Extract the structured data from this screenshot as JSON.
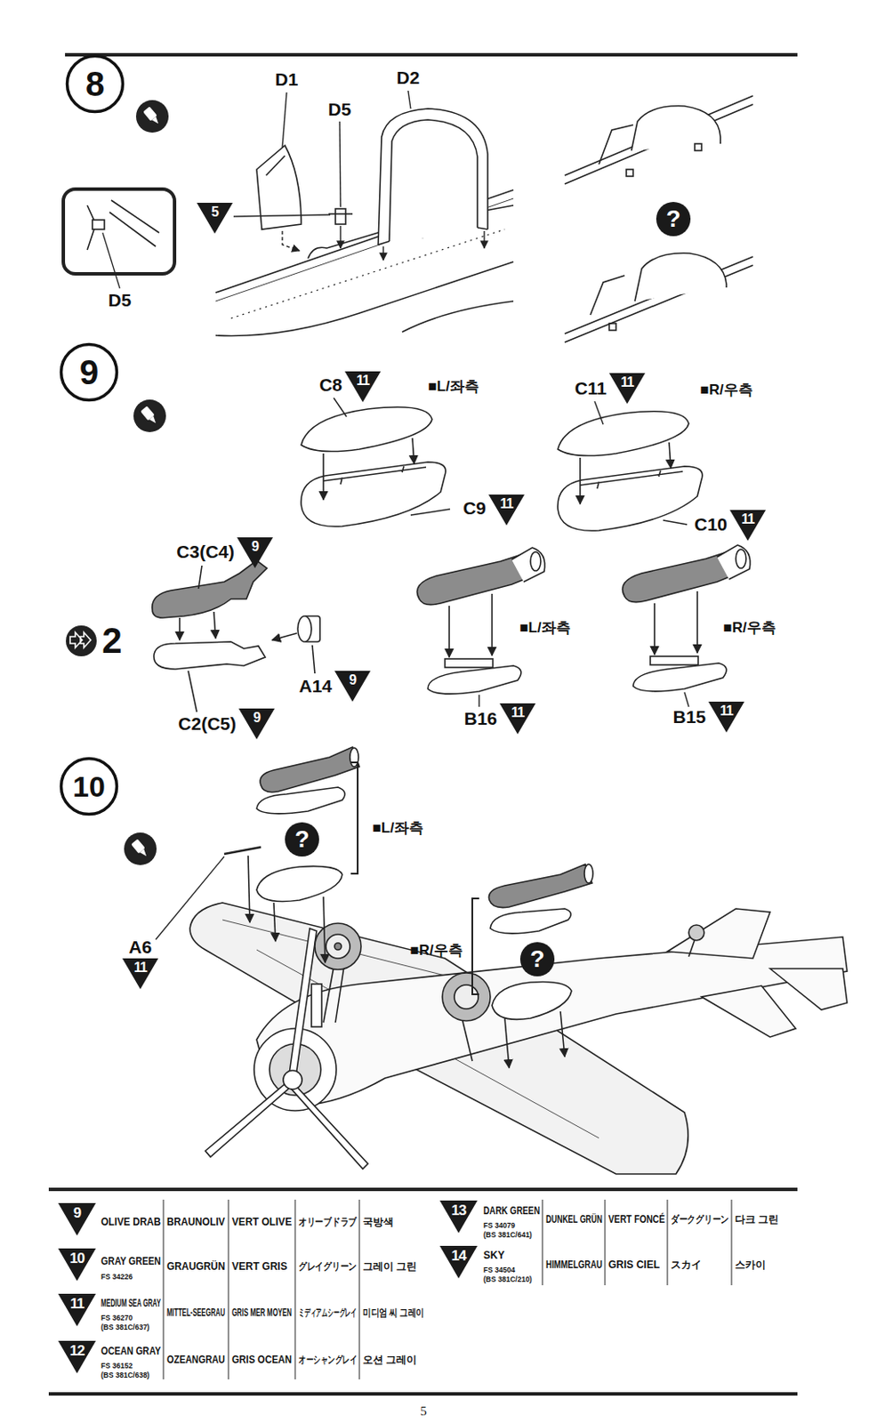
{
  "diagram": {
    "nodes": [
      {
        "text": [
          "8"
        ]
      },
      {
        "text": [
          "5"
        ]
      },
      {
        "text": [
          "?"
        ]
      },
      {
        "text": [
          "9"
        ]
      },
      {
        "text": [
          "11"
        ]
      },
      {
        "text": [
          "11"
        ]
      },
      {
        "text": [
          "11"
        ]
      },
      {
        "text": [
          "11"
        ]
      },
      {
        "text": [
          "9"
        ]
      },
      {
        "text": [
          "9"
        ]
      },
      {
        "text": [
          "9"
        ]
      },
      {
        "text": [
          "11"
        ]
      },
      {
        "text": [
          "11"
        ]
      },
      {
        "text": [
          "10"
        ]
      },
      {
        "text": [
          "?"
        ]
      },
      {
        "text": [
          "11"
        ]
      },
      {
        "text": [
          "?"
        ]
      },
      {
        "text": [
          "9"
        ]
      },
      {
        "text": [
          "10"
        ]
      },
      {
        "text": [
          "11"
        ]
      },
      {
        "text": [
          "12"
        ]
      },
      {
        "text": [
          "13"
        ]
      },
      {
        "text": [
          "14"
        ]
      }
    ],
    "labels": [
      "D1",
      "D5",
      "D2",
      "D5",
      "C8",
      "■L/좌측",
      "C11",
      "■R/우측",
      "C9",
      "C10",
      "C3(C4)",
      "2",
      "A14",
      "C2(C5)",
      "■L/좌측",
      "■R/우측",
      "B16",
      "B15",
      "■L/좌측",
      "A6",
      "■R/우측",
      "OLIVE DRAB",
      "BRAUNOLIV",
      "VERT OLIVE",
      "オリーブドラブ",
      "국방색",
      "GRAY GREEN",
      "FS 34226",
      "GRAUGRÜN",
      "VERT GRIS",
      "グレイグリーン",
      "그레이 그린",
      "MEDIUM SEA GRAY",
      "FS 36270",
      "(BS 381C/637)",
      "MITTEL-SEEGRAU",
      "GRIS MER MOYEN",
      "ミディアムシーグレイ",
      "미디엄 씨 그레이",
      "OCEAN GRAY",
      "FS 36152",
      "(BS 381C/638)",
      "OZEANGRAU",
      "GRIS OCEAN",
      "オーシャングレイ",
      "오션 그레이",
      "DARK GREEN",
      "FS 34079",
      "(BS 381C/641)",
      "DUNKEL GRÜN",
      "VERT FONCÉ",
      "ダークグリーン",
      "다크 그린",
      "SKY",
      "FS 34504",
      "(BS 381C/210)",
      "HIMMELGRAU",
      "GRIS CIEL",
      "スカイ",
      "스카이",
      "5"
    ]
  }
}
